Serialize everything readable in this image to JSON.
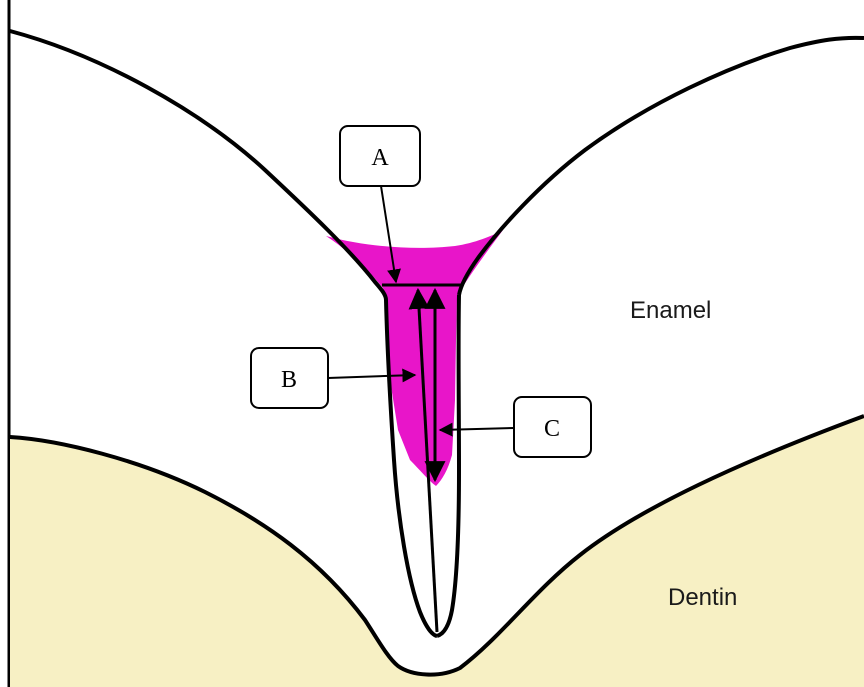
{
  "labels": {
    "a": "A",
    "b": "B",
    "c": "C"
  },
  "regions": {
    "enamel": "Enamel",
    "dentin": "Dentin"
  },
  "colors": {
    "dentin_fill": "#f7f0c4",
    "stain_fill": "#e815c9",
    "outline": "#000000",
    "background": "#ffffff"
  }
}
